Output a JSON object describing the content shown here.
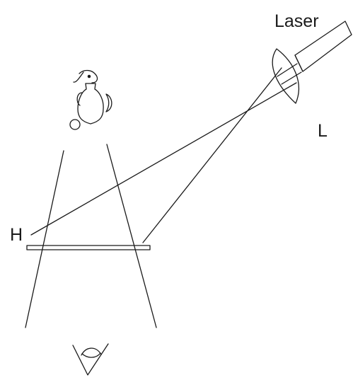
{
  "labels": {
    "laser": "Laser",
    "lens": "L",
    "hologram": "H"
  },
  "colors": {
    "line": "#1a1a1a",
    "background": "#ffffff"
  },
  "icons": {
    "object": "vase-fish-object-icon",
    "viewer": "eye-icon"
  }
}
